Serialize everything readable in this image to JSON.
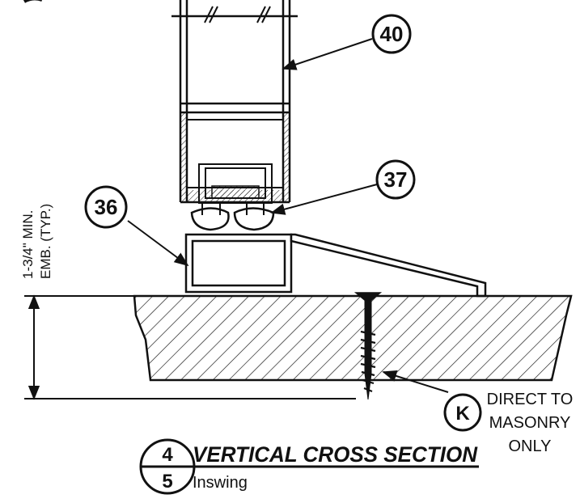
{
  "colors": {
    "ink": "#111111",
    "paper": "#ffffff"
  },
  "callouts": {
    "c40": "40",
    "c37": "37",
    "c36": "36",
    "cK": "K"
  },
  "notes": {
    "embed_line1": "1-3/4\" MIN.",
    "embed_line2": "EMB. (TYP.)",
    "direct_line1": "DIRECT TO",
    "direct_line2": "MASONRY",
    "direct_line3": "ONLY"
  },
  "title_block": {
    "detail_number": "4",
    "sheet_number": "5",
    "title": "VERTICAL CROSS SECTION",
    "subtitle": "Inswing"
  }
}
